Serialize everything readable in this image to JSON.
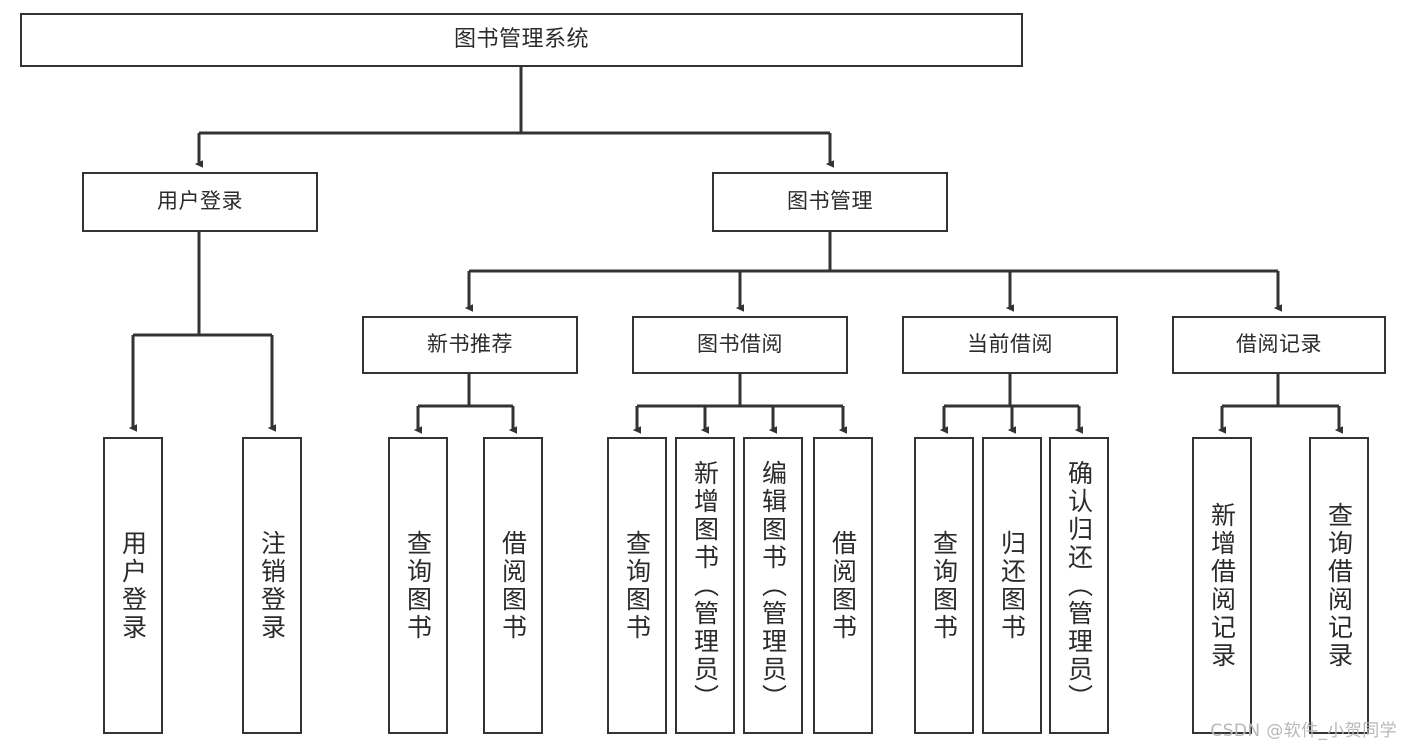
{
  "diagram": {
    "kind": "functional-structure-tree",
    "root": {
      "id": "root",
      "label": "图书管理系统"
    },
    "level2": [
      {
        "id": "user-login",
        "label": "用户登录"
      },
      {
        "id": "book-manage",
        "label": "图书管理"
      }
    ],
    "level3": [
      {
        "id": "new-book-recommend",
        "label": "新书推荐"
      },
      {
        "id": "book-borrow",
        "label": "图书借阅"
      },
      {
        "id": "current-borrow",
        "label": "当前借阅"
      },
      {
        "id": "borrow-record",
        "label": "借阅记录"
      }
    ],
    "leaves": {
      "user_login": [
        {
          "id": "leaf-user-login",
          "label": "用户登录"
        },
        {
          "id": "leaf-logout-login",
          "label": "注销登录"
        }
      ],
      "new_book_recommend": [
        {
          "id": "leaf-query-book-1",
          "label": "查询图书"
        },
        {
          "id": "leaf-borrow-book-1",
          "label": "借阅图书"
        }
      ],
      "book_borrow": [
        {
          "id": "leaf-query-book-2",
          "label": "查询图书"
        },
        {
          "id": "leaf-add-book",
          "label": "新增图书（管理员）"
        },
        {
          "id": "leaf-edit-book",
          "label": "编辑图书（管理员）"
        },
        {
          "id": "leaf-borrow-book-2",
          "label": "借阅图书"
        }
      ],
      "current_borrow": [
        {
          "id": "leaf-query-book-3",
          "label": "查询图书"
        },
        {
          "id": "leaf-return-book",
          "label": "归还图书"
        },
        {
          "id": "leaf-confirm-return",
          "label": "确认归还（管理员）"
        }
      ],
      "borrow_record": [
        {
          "id": "leaf-add-record",
          "label": "新增借阅记录"
        },
        {
          "id": "leaf-query-record",
          "label": "查询借阅记录"
        }
      ]
    }
  },
  "watermark": {
    "text": "CSDN @软件_小贺同学"
  },
  "colors": {
    "box_border": "#333333",
    "box_fill": "#ffffff",
    "edge": "#333333",
    "text": "#2b2b2b",
    "watermark": "#b8b8b8",
    "page_background": "#ffffff"
  }
}
